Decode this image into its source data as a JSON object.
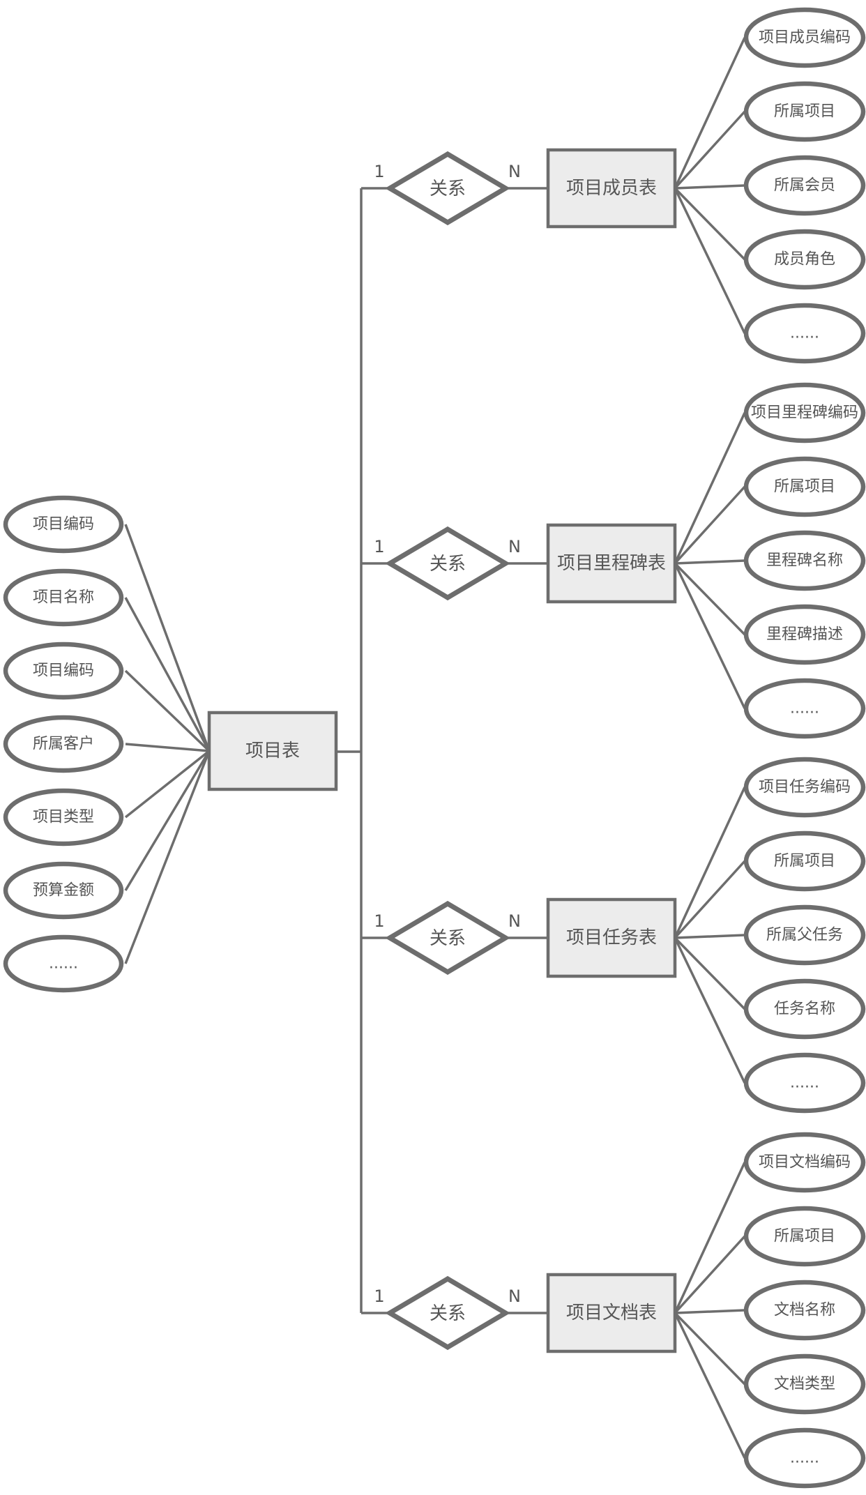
{
  "center_entity": {
    "label": "项目表",
    "attributes": [
      "项目编码",
      "项目名称",
      "项目编码",
      "所属客户",
      "项目类型",
      "预算金额",
      "......"
    ]
  },
  "branches": [
    {
      "relation_label": "关系",
      "card_left": "1",
      "card_right": "N",
      "entity": "项目成员表",
      "attributes": [
        "项目成员编码",
        "所属项目",
        "所属会员",
        "成员角色",
        "......"
      ]
    },
    {
      "relation_label": "关系",
      "card_left": "1",
      "card_right": "N",
      "entity": "项目里程碑表",
      "attributes": [
        "项目里程碑编码",
        "所属项目",
        "里程碑名称",
        "里程碑描述",
        "......"
      ]
    },
    {
      "relation_label": "关系",
      "card_left": "1",
      "card_right": "N",
      "entity": "项目任务表",
      "attributes": [
        "项目任务编码",
        "所属项目",
        "所属父任务",
        "任务名称",
        "......"
      ]
    },
    {
      "relation_label": "关系",
      "card_left": "1",
      "card_right": "N",
      "entity": "项目文档表",
      "attributes": [
        "项目文档编码",
        "所属项目",
        "文档名称",
        "文档类型",
        "......"
      ]
    }
  ]
}
